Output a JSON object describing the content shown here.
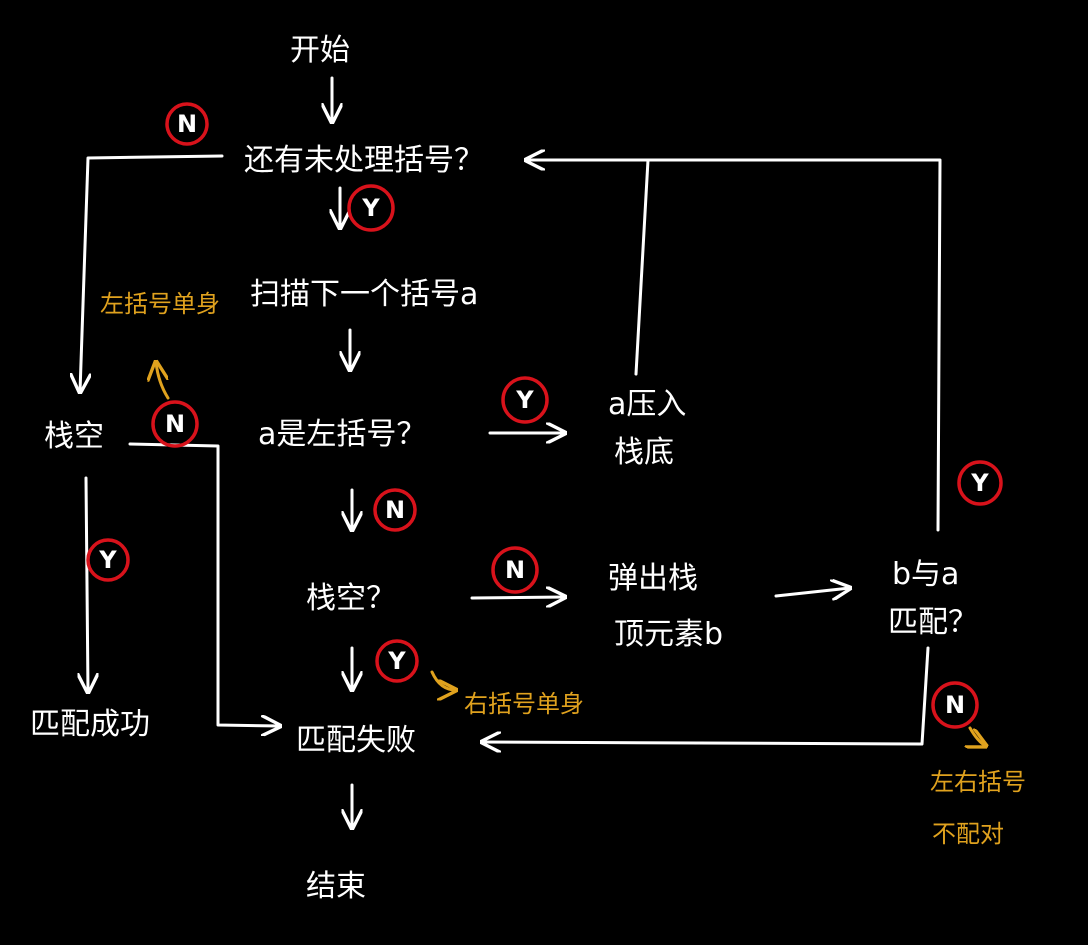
{
  "colors": {
    "background": "#000000",
    "ink": "#ffffff",
    "badge": "#d8121b",
    "note": "#e0a21e"
  },
  "nodes": {
    "start": "开始",
    "more_to_process": "还有未处理括号？",
    "scan_next": "扫描下一个括号a",
    "is_left": "a是左括号？",
    "push": [
      "a压入",
      "栈底"
    ],
    "stack_empty_check": "栈空",
    "stack_empty_q": "栈空？",
    "pop": [
      "弹出栈",
      "顶元素b"
    ],
    "b_matches_a": [
      "b与a",
      "匹配？"
    ],
    "match_success": "匹配成功",
    "match_fail": "匹配失败",
    "end": "结束"
  },
  "badges": {
    "n_top": "N",
    "y_more": "Y",
    "n_left": "N",
    "y_left": "Y",
    "n_is_left": "N",
    "n_stack_q": "N",
    "y_stack_q": "Y",
    "y_stack_check": "Y",
    "y_match": "Y",
    "n_match": "N"
  },
  "notes": {
    "left_single_upper": "左括号单身",
    "right_single_lower": "右括号单身",
    "mismatch": [
      "左右括号",
      "不配对"
    ]
  }
}
